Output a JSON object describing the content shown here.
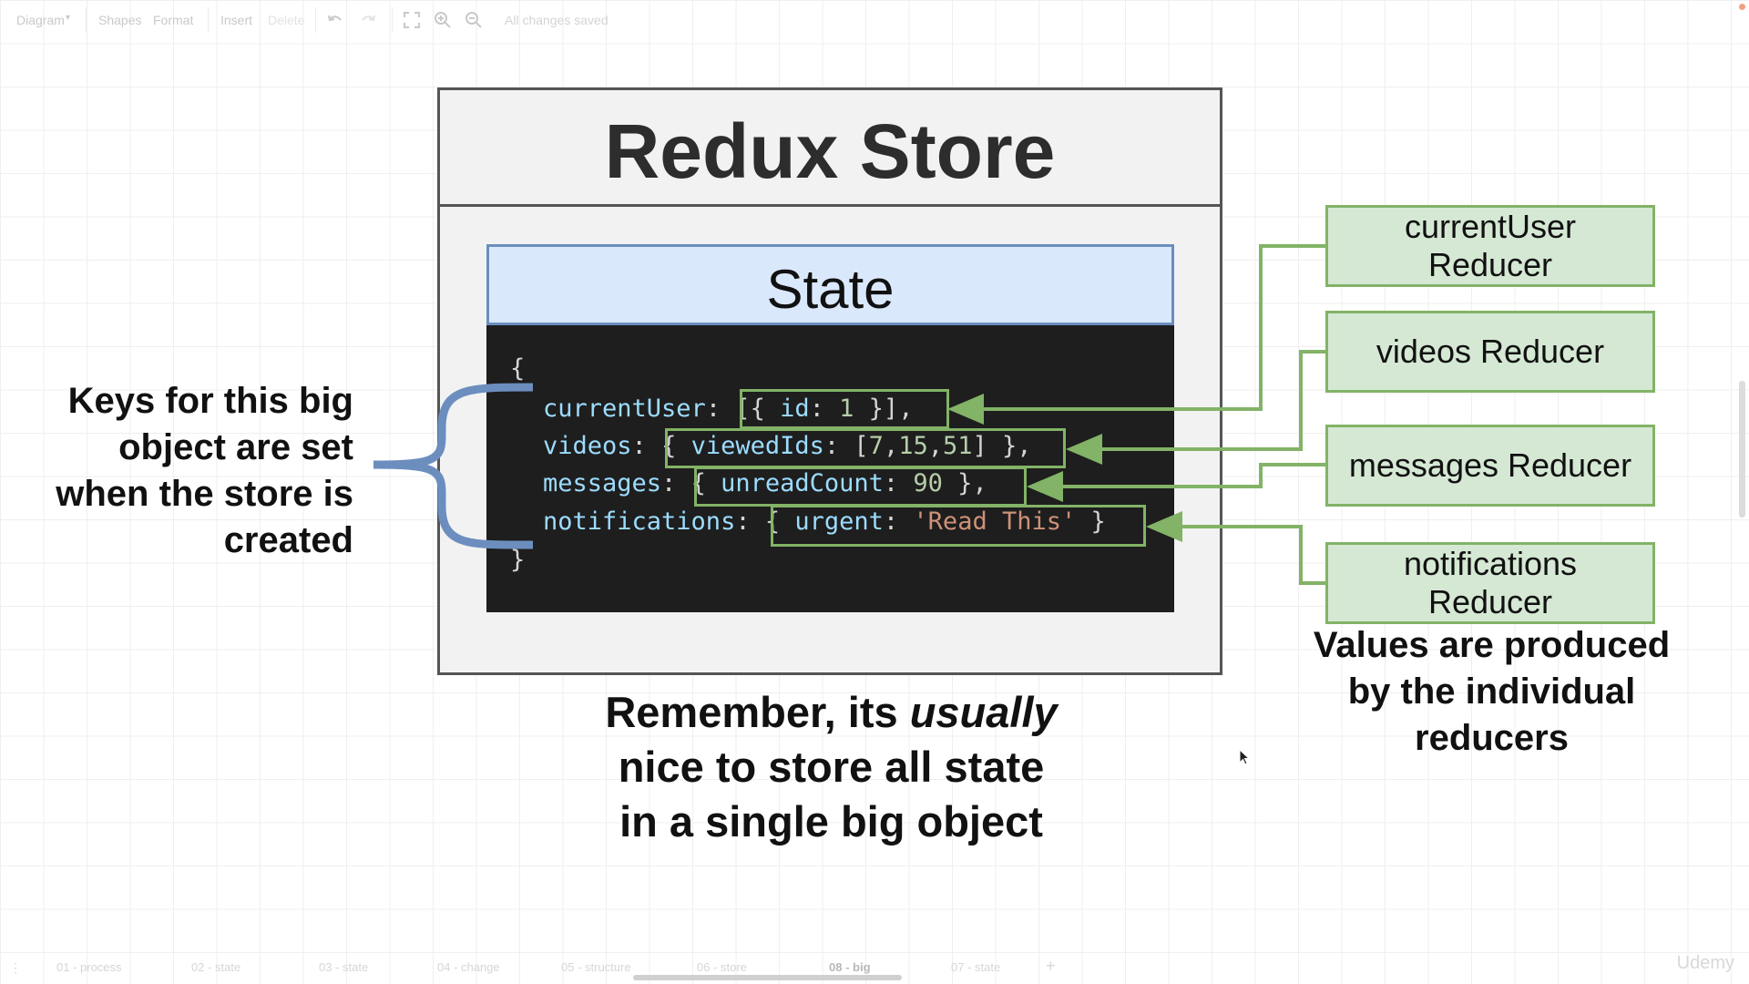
{
  "toolbar": {
    "diagram_menu": "Diagram",
    "shapes": "Shapes",
    "format": "Format",
    "insert": "Insert",
    "delete": "Delete",
    "status": "All changes saved"
  },
  "diagram": {
    "store_title": "Redux Store",
    "state_label": "State",
    "code": {
      "open_brace": "{",
      "close_brace": "}",
      "rows": [
        {
          "key": "currentUser",
          "value": "[{ id: 1 }]",
          "trail": ","
        },
        {
          "key": "videos",
          "value": "{ viewedIds: [7,15,51] }",
          "trail": ","
        },
        {
          "key": "messages",
          "value": "{ unreadCount: 90 }",
          "trail": ","
        },
        {
          "key": "notifications",
          "value": "{ urgent: 'Read This' }",
          "trail": ""
        }
      ]
    },
    "reducers": [
      {
        "line1": "currentUser",
        "line2": "Reducer"
      },
      {
        "line1": "videos Reducer",
        "line2": ""
      },
      {
        "line1": "messages Reducer",
        "line2": ""
      },
      {
        "line1": "notifications",
        "line2": "Reducer"
      }
    ],
    "note_left": [
      "Keys for this big",
      "object are set",
      "when the store is",
      "created"
    ],
    "note_right": [
      "Values are produced",
      "by the individual",
      "reducers"
    ],
    "note_bottom": {
      "line1_prefix": "Remember, its ",
      "line1_emph": "usually",
      "line2": "nice to store all state",
      "line3": "in a single big object"
    }
  },
  "page_tabs": [
    {
      "label": "01 - process",
      "active": false
    },
    {
      "label": "02 - state",
      "active": false
    },
    {
      "label": "03 - state",
      "active": false
    },
    {
      "label": "04 - change",
      "active": false
    },
    {
      "label": "05 - structure",
      "active": false
    },
    {
      "label": "06 - store",
      "active": false
    },
    {
      "label": "08 - big",
      "active": true
    },
    {
      "label": "07 - state",
      "active": false
    }
  ],
  "watermark": "Udemy",
  "colors": {
    "store_border": "#555555",
    "state_header_fill": "#dae8fc",
    "state_header_border": "#6c8ebf",
    "reducer_fill": "#d5e8d4",
    "reducer_border": "#82b366",
    "code_background": "#1e1e1e",
    "brace_blue": "#6c8ebf"
  }
}
